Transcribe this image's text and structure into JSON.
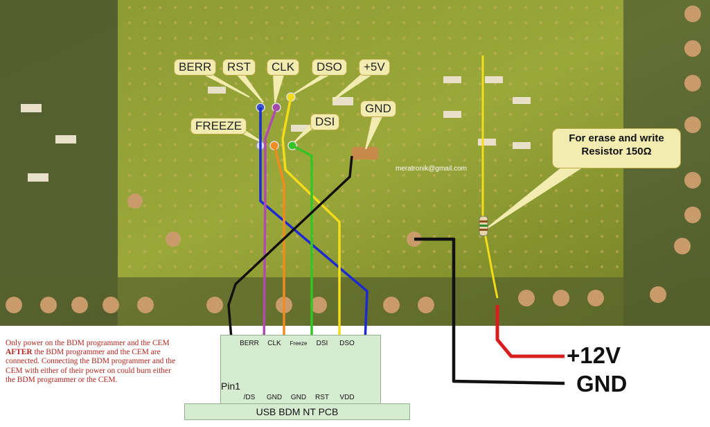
{
  "callouts": {
    "berr": "BERR",
    "rst": "RST",
    "clk": "CLK",
    "dso": "DSO",
    "v5": "+5V",
    "gnd": "GND",
    "freeze": "FREEZE",
    "dsi": "DSI"
  },
  "resistor_note": {
    "line1": "For erase and write",
    "line2": "Resistor 150Ω"
  },
  "email": "meratronik@gmail.com",
  "power_labels": {
    "v12": "+12V",
    "gnd": "GND"
  },
  "warning": {
    "part1": "Only power on the BDM programmer and the CEM ",
    "after": "AFTER",
    "part2": " the BDM programmer and the CEM are connected. Connecting the BDM programmer and the CEM with either of their power on could burn either the BDM programmer or the CEM."
  },
  "bdm_header": {
    "top_row": [
      "BERR",
      "CLK",
      "Freeze",
      "DSI",
      "DSO"
    ],
    "bottom_row": [
      "/DS",
      "GND",
      "GND",
      "RST",
      "VDD"
    ],
    "pin1_label": "Pin1",
    "board_label": "USB BDM NT PCB"
  },
  "colors": {
    "wire_berr": "#b04bb0",
    "wire_clk": "#f08c1e",
    "wire_dsi": "#34c426",
    "wire_dso": "#f4dc1a",
    "wire_rst": "#1c2ad0",
    "wire_gnd": "#111111",
    "wire_12v": "#d81e1e",
    "pcb": "#7c8a2a"
  }
}
